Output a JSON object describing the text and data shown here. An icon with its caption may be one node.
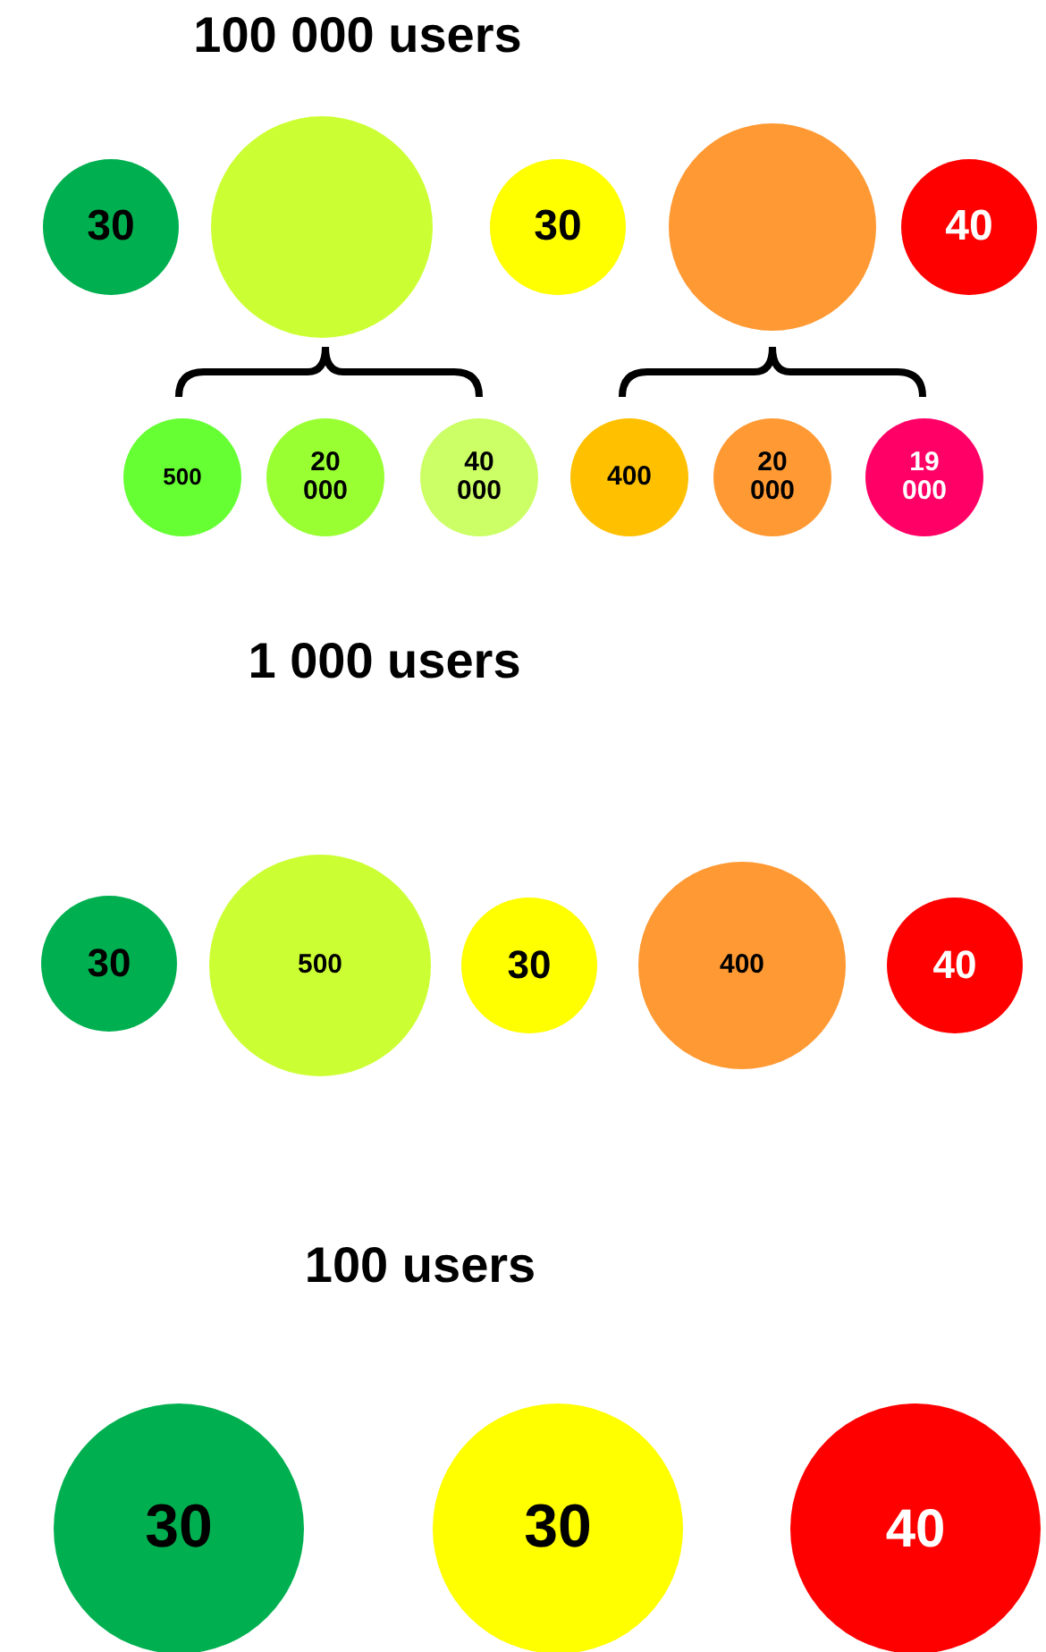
{
  "diagram": {
    "nodes": [
      {
        "text": [
          "30"
        ]
      },
      {
        "text": [],
        "shape": "circle"
      },
      {
        "text": [
          "30"
        ]
      },
      {
        "text": [],
        "shape": "circle"
      },
      {
        "text": [
          "40"
        ]
      },
      {
        "text": [
          "500"
        ]
      },
      {
        "text": [
          "20 000"
        ]
      },
      {
        "text": [
          "40 000"
        ]
      },
      {
        "text": [
          "400"
        ]
      },
      {
        "text": [
          "20 000"
        ]
      },
      {
        "text": [
          "19 000"
        ]
      },
      {
        "text": [
          "30"
        ]
      },
      {
        "text": [
          "500"
        ]
      },
      {
        "text": [
          "30"
        ]
      },
      {
        "text": [
          "400"
        ]
      },
      {
        "text": [
          "40"
        ]
      },
      {
        "text": [
          "30"
        ]
      },
      {
        "text": [
          "30"
        ]
      },
      {
        "text": [
          "40"
        ]
      }
    ],
    "labels": [
      "100 000 users",
      "1 000 users",
      "100 users"
    ]
  }
}
